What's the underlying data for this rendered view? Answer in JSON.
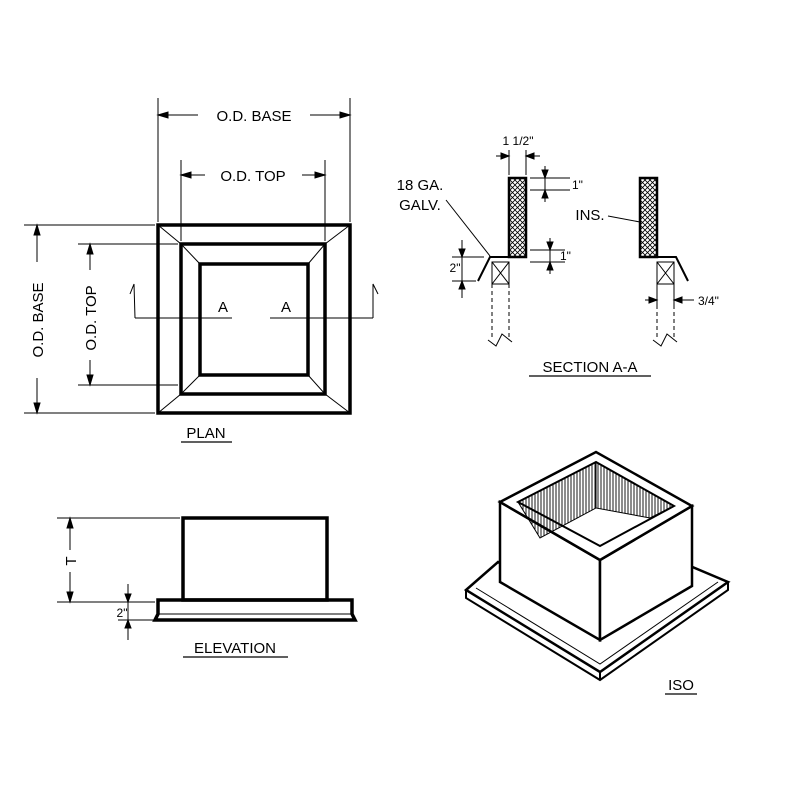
{
  "plan": {
    "title": "PLAN",
    "od_base_h": "O.D. BASE",
    "od_top_h": "O.D. TOP",
    "od_base_v": "O.D. BASE",
    "od_top_v": "O.D. TOP",
    "section_mark_left": "A",
    "section_mark_right": "A"
  },
  "section": {
    "title": "SECTION A-A",
    "dim_width": "1 1/2\"",
    "dim_top": "1\"",
    "dim_mid": "1\"",
    "dim_base": "2\"",
    "dim_nailer": "3/4\"",
    "material_line1": "18 GA.",
    "material_line2": "GALV.",
    "insulation": "INS."
  },
  "elevation": {
    "title": "ELEVATION",
    "dim_height": "T",
    "dim_base": "2\""
  },
  "iso": {
    "title": "ISO"
  }
}
